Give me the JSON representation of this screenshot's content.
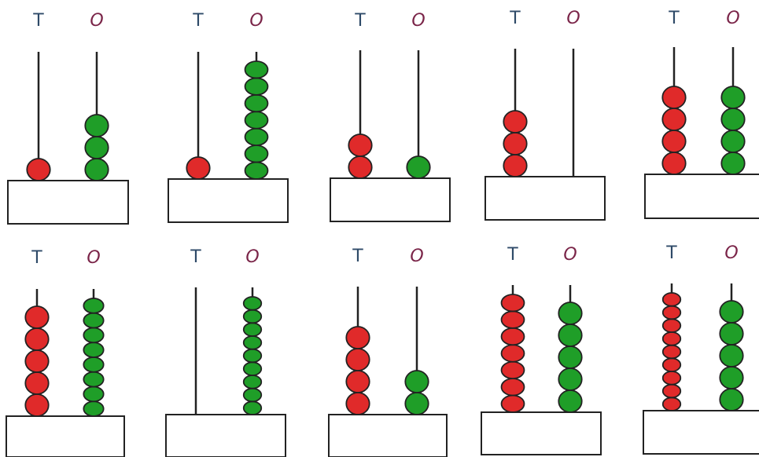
{
  "labels": {
    "tens": "T",
    "ones": "O"
  },
  "colors": {
    "tens_bead": "#e02a2a",
    "ones_bead": "#1f9e28"
  },
  "abacuses": [
    {
      "tens": 1,
      "ones": 3
    },
    {
      "tens": 1,
      "ones": 7
    },
    {
      "tens": 2,
      "ones": 1
    },
    {
      "tens": 3,
      "ones": 0
    },
    {
      "tens": 4,
      "ones": 4
    },
    {
      "tens": 5,
      "ones": 8
    },
    {
      "tens": 0,
      "ones": 9
    },
    {
      "tens": 4,
      "ones": 2
    },
    {
      "tens": 7,
      "ones": 5
    },
    {
      "tens": 9,
      "ones": 5
    }
  ]
}
